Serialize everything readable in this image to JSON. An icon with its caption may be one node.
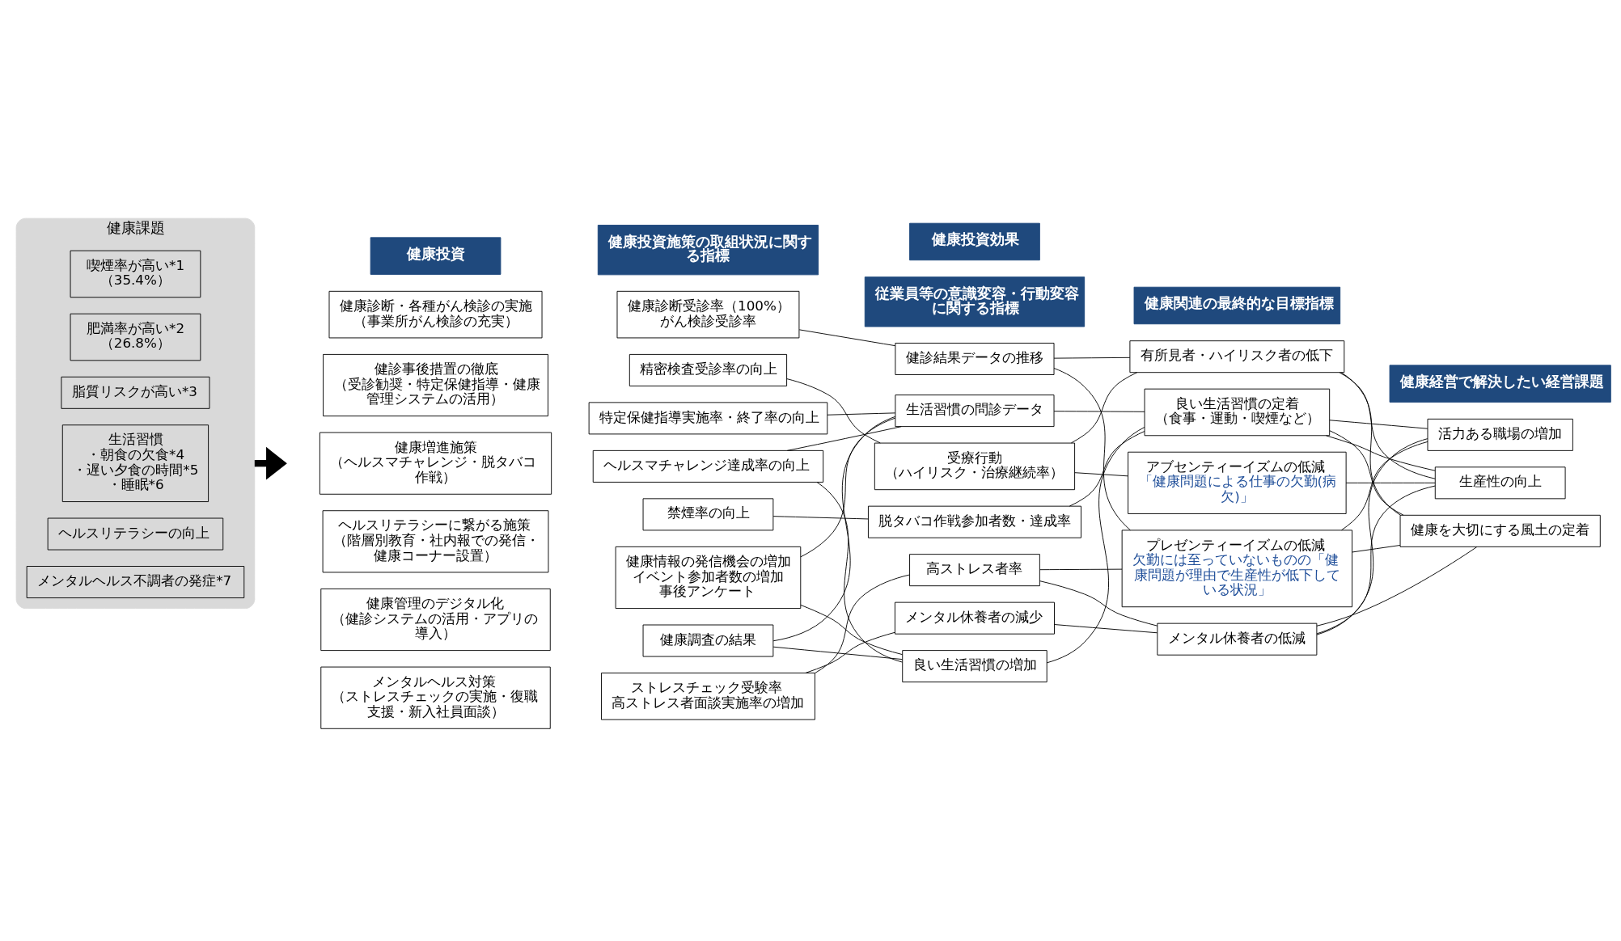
{
  "diagram": {
    "nodes": [
      {
        "text": [
          "健康投資"
        ]
      },
      {
        "text": [
          "健康投資効果"
        ]
      },
      {
        "text": [
          "健康投資施策の取組状況に関する指標"
        ]
      },
      {
        "text": [
          "従業員等の意識変容・行動変容に関する指標"
        ]
      },
      {
        "text": [
          "健康関連の最終的な目標指標"
        ]
      },
      {
        "text": [
          "健康経営で解決したい経営課題"
        ]
      },
      {
        "text": [
          "健康課題"
        ]
      },
      {
        "text": [
          "喫煙率が高い*1",
          "（35.4%）"
        ],
        "in": 6
      },
      {
        "text": [
          "肥満率が高い*2",
          "（26.8%）"
        ],
        "in": 6
      },
      {
        "text": [
          "脂質リスクが高い*3"
        ],
        "in": 6
      },
      {
        "text": [
          "生活習慣",
          "・朝食の欠食*4",
          "・遅い夕食の時間*5",
          "・睡眠*6"
        ],
        "in": 6
      },
      {
        "text": [
          "ヘルスリテラシーの向上"
        ],
        "in": 6
      },
      {
        "text": [
          "メンタルヘルス不調者の発症*7"
        ],
        "in": 6
      },
      {
        "text": [
          "健康診断・各種がん検診の実施",
          "（事業所がん検診の充実）"
        ]
      },
      {
        "text": [
          "健診事後措置の徹底",
          "（受診勧奨・特定保健指導・健康管理システムの活用）"
        ]
      },
      {
        "text": [
          "健康増進施策",
          "（ヘルスマチャレンジ・脱タバコ作戦）"
        ]
      },
      {
        "text": [
          "ヘルスリテラシーに繋がる施策",
          "（階層別教育・社内報での発信・健康コーナー設置）"
        ]
      },
      {
        "text": [
          "健康管理のデジタル化",
          "（健診システムの活用・アプリの導入）"
        ]
      },
      {
        "text": [
          "メンタルヘルス対策",
          "（ストレスチェックの実施・復職支援・新入社員面談）"
        ]
      },
      {
        "text": [
          "健康診断受診率（100%）",
          "がん検診受診率"
        ]
      },
      {
        "text": [
          "精密検査受診率の向上"
        ]
      },
      {
        "text": [
          "特定保健指導実施率・終了率の向上"
        ]
      },
      {
        "text": [
          "ヘルスマチャレンジ達成率の向上"
        ]
      },
      {
        "text": [
          "禁煙率の向上"
        ]
      },
      {
        "text": [
          "健康情報の発信機会の増加",
          "イベント参加者数の増加",
          "事後アンケート"
        ]
      },
      {
        "text": [
          "健康調査の結果"
        ]
      },
      {
        "text": [
          "ストレスチェック受験率",
          "高ストレス者面談実施率の増加"
        ]
      },
      {
        "text": [
          "健診結果データの推移"
        ]
      },
      {
        "text": [
          "生活習慣の問診データ"
        ]
      },
      {
        "text": [
          "受療行動",
          "（ハイリスク・治療継続率）"
        ]
      },
      {
        "text": [
          "脱タバコ作戦参加者数・達成率"
        ]
      },
      {
        "text": [
          "高ストレス者率"
        ]
      },
      {
        "text": [
          "メンタル休養者の減少"
        ]
      },
      {
        "text": [
          "良い生活習慣の増加"
        ]
      },
      {
        "text": [
          "有所見者・ハイリスク者の低下"
        ]
      },
      {
        "text": [
          "良い生活習慣の定着",
          "（食事・運動・喫煙など）"
        ]
      },
      {
        "text": [
          "アブセンティーイズムの低減",
          "「健康問題による仕事の欠勤(病欠)」"
        ]
      },
      {
        "text": [
          "プレゼンティーイズムの低減",
          "欠勤には至っていないものの「健康問題が理由で生産性が低下している状況」"
        ]
      },
      {
        "text": [
          "メンタル休養者の低減"
        ]
      },
      {
        "text": [
          "活力ある職場の増加"
        ]
      },
      {
        "text": [
          "生産性の向上"
        ]
      },
      {
        "text": [
          "健康を大切にする風土の定着"
        ]
      }
    ],
    "edges": [
      {
        "from": 6,
        "to": null,
        "arrow": "to",
        "style": "thick"
      },
      {
        "from": 19,
        "to": 27,
        "arrow": "none"
      },
      {
        "from": 20,
        "to": 29,
        "arrow": "none"
      },
      {
        "from": 21,
        "to": 28,
        "arrow": "none"
      },
      {
        "from": 22,
        "to": 28,
        "arrow": "none"
      },
      {
        "from": 22,
        "to": 33,
        "arrow": "none"
      },
      {
        "from": 23,
        "to": 30,
        "arrow": "none"
      },
      {
        "from": 24,
        "to": 28,
        "arrow": "none"
      },
      {
        "from": 24,
        "to": 33,
        "arrow": "none"
      },
      {
        "from": 25,
        "to": 28,
        "arrow": "none"
      },
      {
        "from": 25,
        "to": 33,
        "arrow": "none"
      },
      {
        "from": 26,
        "to": 31,
        "arrow": "none"
      },
      {
        "from": 26,
        "to": 32,
        "arrow": "none"
      },
      {
        "from": 27,
        "to": 34,
        "arrow": "none"
      },
      {
        "from": 27,
        "to": 37,
        "arrow": "none"
      },
      {
        "from": 28,
        "to": 35,
        "arrow": "none"
      },
      {
        "from": 29,
        "to": 34,
        "arrow": "none"
      },
      {
        "from": 29,
        "to": 36,
        "arrow": "none"
      },
      {
        "from": 30,
        "to": 35,
        "arrow": "none"
      },
      {
        "from": 31,
        "to": 37,
        "arrow": "none"
      },
      {
        "from": 31,
        "to": 38,
        "arrow": "none"
      },
      {
        "from": 32,
        "to": 38,
        "arrow": "none"
      },
      {
        "from": 33,
        "to": 35,
        "arrow": "none"
      },
      {
        "from": 34,
        "to": 40,
        "arrow": "none"
      },
      {
        "from": 34,
        "to": 41,
        "arrow": "none"
      },
      {
        "from": 35,
        "to": 39,
        "arrow": "none"
      },
      {
        "from": 35,
        "to": 40,
        "arrow": "none"
      },
      {
        "from": 35,
        "to": 41,
        "arrow": "none"
      },
      {
        "from": 36,
        "to": 40,
        "arrow": "none"
      },
      {
        "from": 37,
        "to": 39,
        "arrow": "none"
      },
      {
        "from": 37,
        "to": 41,
        "arrow": "none"
      },
      {
        "from": 38,
        "to": 39,
        "arrow": "none"
      },
      {
        "from": 38,
        "to": 40,
        "arrow": "none"
      },
      {
        "from": 38,
        "to": 41,
        "arrow": "none"
      }
    ]
  }
}
